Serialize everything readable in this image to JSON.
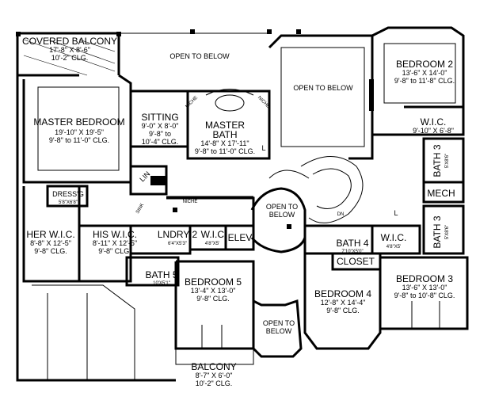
{
  "rooms": {
    "covered_balcony": {
      "name": "COVERED BALCONY",
      "dims": "17'-8\" X 8'-6\"",
      "clg": "10'-2\" CLG."
    },
    "open_below_top": {
      "name": "OPEN TO BELOW"
    },
    "master_bedroom": {
      "name": "MASTER BEDROOM",
      "dims": "19'-10\" X 19'-5\"",
      "clg": "9'-8\" to 11'-0\" CLG."
    },
    "sitting": {
      "name": "SITTING",
      "dims": "9'-0\" X 8'-0\"",
      "clg1": "9'-8\" to",
      "clg2": "10'-4\" CLG."
    },
    "master_bath": {
      "name1": "MASTER",
      "name2": "BATH",
      "dims": "14'-8\" X 17'-11\"",
      "clg": "9'-8\" to 11'-0\" CLG."
    },
    "open_below_center": {
      "name": "OPEN TO BELOW"
    },
    "bedroom2": {
      "name": "BEDROOM 2",
      "dims": "13'-6\" X 14'-0\"",
      "clg": "9'-8\" to 11'-8\" CLG."
    },
    "wic_bed2": {
      "name": "W.I.C.",
      "dims": "9'-10\" X 6'-8\""
    },
    "bath3_top": {
      "name": "BATH 3",
      "dims": "5'X8'6\""
    },
    "mech": {
      "name": "MECH"
    },
    "bath3_bottom": {
      "name": "BATH 3",
      "dims": "5'X8'6\""
    },
    "dressing": {
      "name": "DRESS'G",
      "dims": "5'8\"X6'8\""
    },
    "her_wic": {
      "name": "HER W.I.C.",
      "dims": "8'-8\" X 12'-5\"",
      "clg": "9'-8\" CLG."
    },
    "his_wic": {
      "name": "HIS W.I.C.",
      "dims": "8'-11\" X 12'-5\"",
      "clg": "9'-8\" CLG."
    },
    "laundry2": {
      "name": "LNDRY 2",
      "dims": "6'4\"X5'3\""
    },
    "wic_small": {
      "name": "W.I.C.",
      "dims": "4'8\"X5'"
    },
    "elev": {
      "name": "ELEV"
    },
    "open_below_stair": {
      "name1": "OPEN TO",
      "name2": "BELOW"
    },
    "bath4": {
      "name": "BATH 4",
      "dims": "7'10\"X5'0\""
    },
    "wic_bath4": {
      "name": "W.I.C.",
      "dims": "4'8\"X5'"
    },
    "closet": {
      "name": "CLOSET"
    },
    "bath5": {
      "name": "BATH 5",
      "dims": "10'X5'1\""
    },
    "bedroom5": {
      "name": "BEDROOM 5",
      "dims": "13'-4\" X 13'-0\"",
      "clg": "9'-8\" CLG."
    },
    "bedroom4": {
      "name": "BEDROOM 4",
      "dims": "12'-8\" X 14'-4\"",
      "clg": "9'-8\" CLG."
    },
    "bedroom3": {
      "name": "BEDROOM 3",
      "dims": "13'-6\" X 13'-0\"",
      "clg": "9'-8\" to 10'-8\" CLG."
    },
    "open_below_bottom": {
      "name1": "OPEN TO",
      "name2": "BELOW"
    },
    "balcony": {
      "name": "BALCONY",
      "dims": "8'-7\" X 6'-0\"",
      "clg": "10'-2\" CLG."
    }
  },
  "small_labels": {
    "lin": "LIN",
    "niche_left": "NICHE",
    "niche_right": "NICHE",
    "niche_hall": "NICHE",
    "l_bath": "L",
    "l_hall": "L",
    "dn": "DN",
    "sink": "SINK"
  }
}
